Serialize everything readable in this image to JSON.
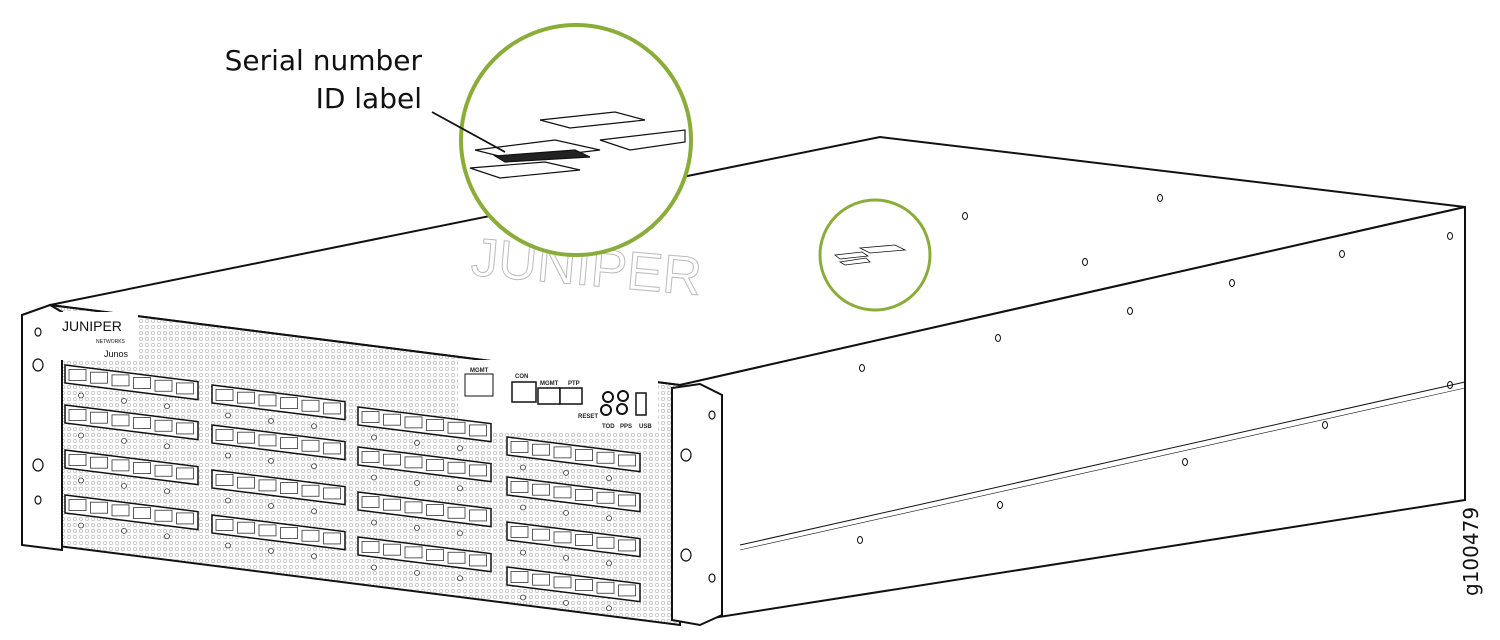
{
  "callout": {
    "line1": "Serial number",
    "line2": "ID label"
  },
  "figure_id": "g100479",
  "logo": {
    "brand": "JUNIPER",
    "sub": "NETWORKS",
    "os": "Junos"
  },
  "panel_labels": {
    "mgmt": "MGMT",
    "con": "CON",
    "mgmt_sfp": "MGMT",
    "ptp": "PTP",
    "reset": "RESET",
    "tod": "TOD",
    "pps": "PPS",
    "usb": "USB"
  },
  "colors": {
    "callout_ring": "#8aad3a",
    "outline": "#111111"
  },
  "port_grid": {
    "columns": 4,
    "rows": 4,
    "ports_per_cage": 6
  }
}
